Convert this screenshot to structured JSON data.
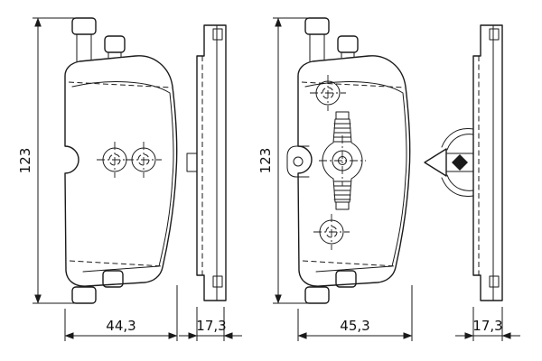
{
  "colors": {
    "line": "#1a1a1a",
    "background": "#ffffff"
  },
  "dimensions": {
    "pad1": {
      "height": "123",
      "width": "44,3",
      "thickness": "17,3"
    },
    "pad2": {
      "height": "123",
      "width": "45,3",
      "thickness": "17,3"
    }
  }
}
